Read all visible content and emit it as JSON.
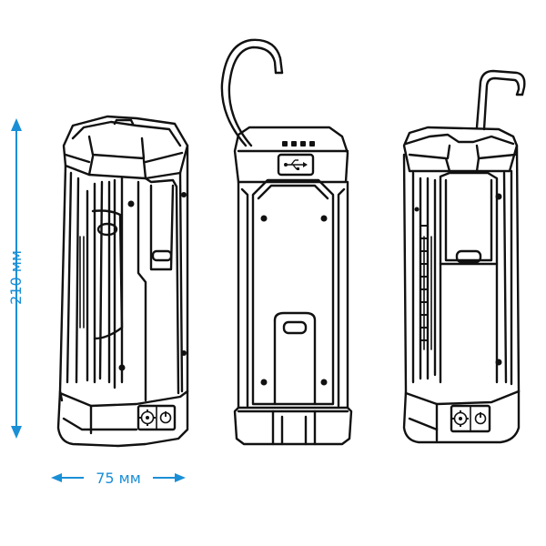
{
  "dimensions": {
    "height_label": "210 мм",
    "width_label": "75 мм",
    "color": "#1a8fd6"
  },
  "views": [
    {
      "name": "front-angled",
      "icons": [
        "gear-icon",
        "power-icon"
      ]
    },
    {
      "name": "side-with-hook",
      "icons": [
        "usb-icon"
      ]
    },
    {
      "name": "front-hook-raised",
      "icons": [
        "gear-icon",
        "power-icon"
      ]
    }
  ]
}
